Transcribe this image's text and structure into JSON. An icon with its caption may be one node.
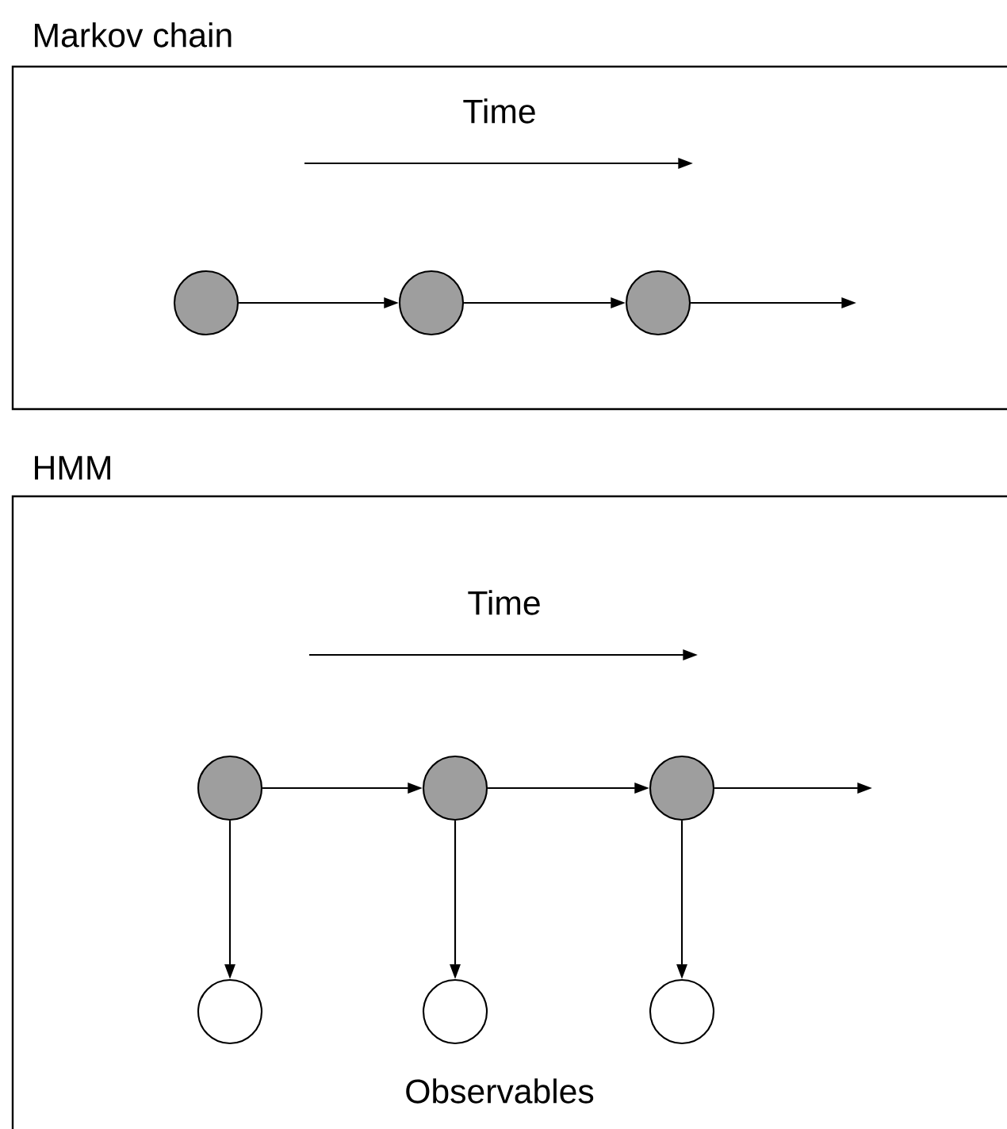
{
  "diagram": {
    "nodes": [
      {
        "text": [
          "Markov chain"
        ]
      },
      {
        "text": [],
        "shape": "circle",
        "in": 0
      },
      {
        "text": [],
        "shape": "circle",
        "in": 0
      },
      {
        "text": [],
        "shape": "circle",
        "in": 0
      },
      {
        "text": [
          "HMM"
        ]
      },
      {
        "text": [],
        "shape": "circle",
        "in": 4
      },
      {
        "text": [],
        "shape": "circle",
        "in": 4
      },
      {
        "text": [],
        "shape": "circle",
        "in": 4
      },
      {
        "text": [],
        "shape": "circle",
        "in": 4
      },
      {
        "text": [],
        "shape": "circle",
        "in": 4
      },
      {
        "text": [],
        "shape": "circle",
        "in": 4
      }
    ],
    "edges": [
      {
        "from": 1,
        "to": 2,
        "arrow": "to"
      },
      {
        "from": 2,
        "to": 3,
        "arrow": "to"
      },
      {
        "from": 3,
        "to": null,
        "arrow": "to"
      },
      {
        "from": 5,
        "to": 6,
        "arrow": "to"
      },
      {
        "from": 6,
        "to": 7,
        "arrow": "to"
      },
      {
        "from": 7,
        "to": null,
        "arrow": "to"
      },
      {
        "from": 5,
        "to": 8,
        "arrow": "to"
      },
      {
        "from": 6,
        "to": 9,
        "arrow": "to"
      },
      {
        "from": 7,
        "to": 10,
        "arrow": "to"
      }
    ],
    "labels": [
      "Time",
      "Time",
      "Observables"
    ]
  }
}
